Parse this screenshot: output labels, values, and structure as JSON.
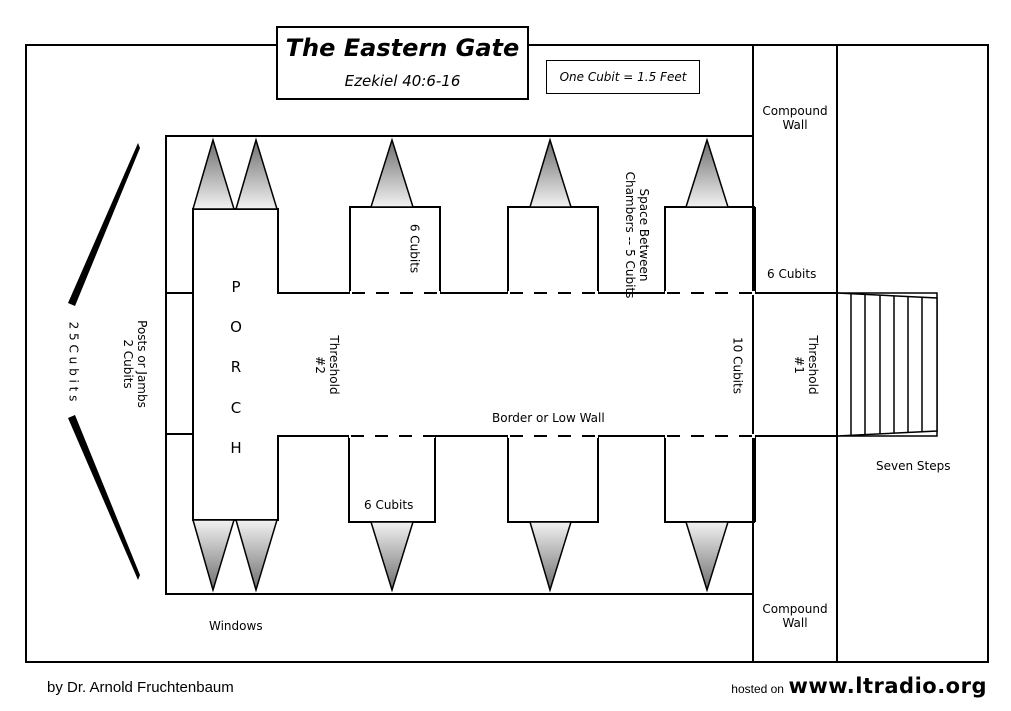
{
  "title": "The Eastern Gate",
  "subtitle": "Ezekiel 40:6-16",
  "scale_note": "One Cubit = 1.5 Feet",
  "labels": {
    "compound_wall_top": [
      "Compound",
      "Wall"
    ],
    "compound_wall_bottom": [
      "Compound",
      "Wall"
    ],
    "space_between": [
      "Space Between",
      "Chambers -- 5 Cubits"
    ],
    "six_cubits_chamber": "6 Cubits",
    "six_cubits_right": "6 Cubits",
    "six_cubits_bottom": "6 Cubits",
    "ten_cubits": "10 Cubits",
    "threshold_1": [
      "Threshold",
      "#1"
    ],
    "threshold_2": [
      "Threshold",
      "#2"
    ],
    "border_low_wall": "Border or Low Wall",
    "porch_letters": [
      "P",
      "O",
      "R",
      "C",
      "H"
    ],
    "posts_jambs": [
      "Posts or Jambs",
      "2 Cubits"
    ],
    "twenty_five_cubits": "2 5   C u b i t s",
    "seven_steps": "Seven Steps",
    "windows": "Windows"
  },
  "footer": {
    "author": "by Dr. Arnold Fruchtenbaum",
    "hosted_on": "hosted on",
    "site": "www.ltradio.org"
  }
}
